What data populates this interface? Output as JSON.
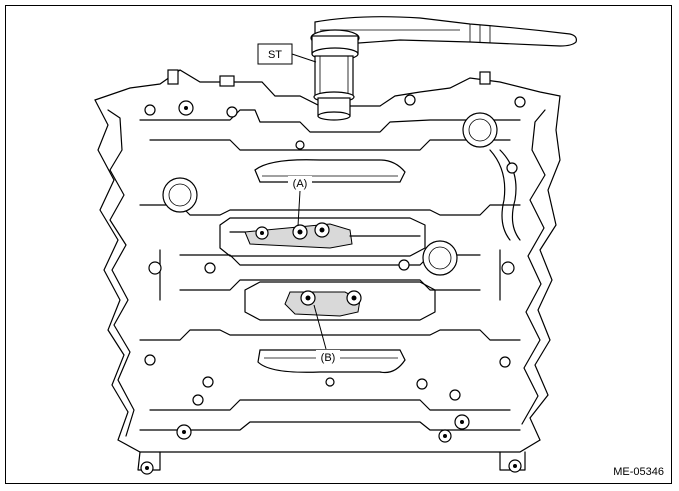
{
  "labels": {
    "tool": "ST",
    "part_a": "(A)",
    "part_b": "(B)",
    "figure_code": "ME-05346"
  }
}
